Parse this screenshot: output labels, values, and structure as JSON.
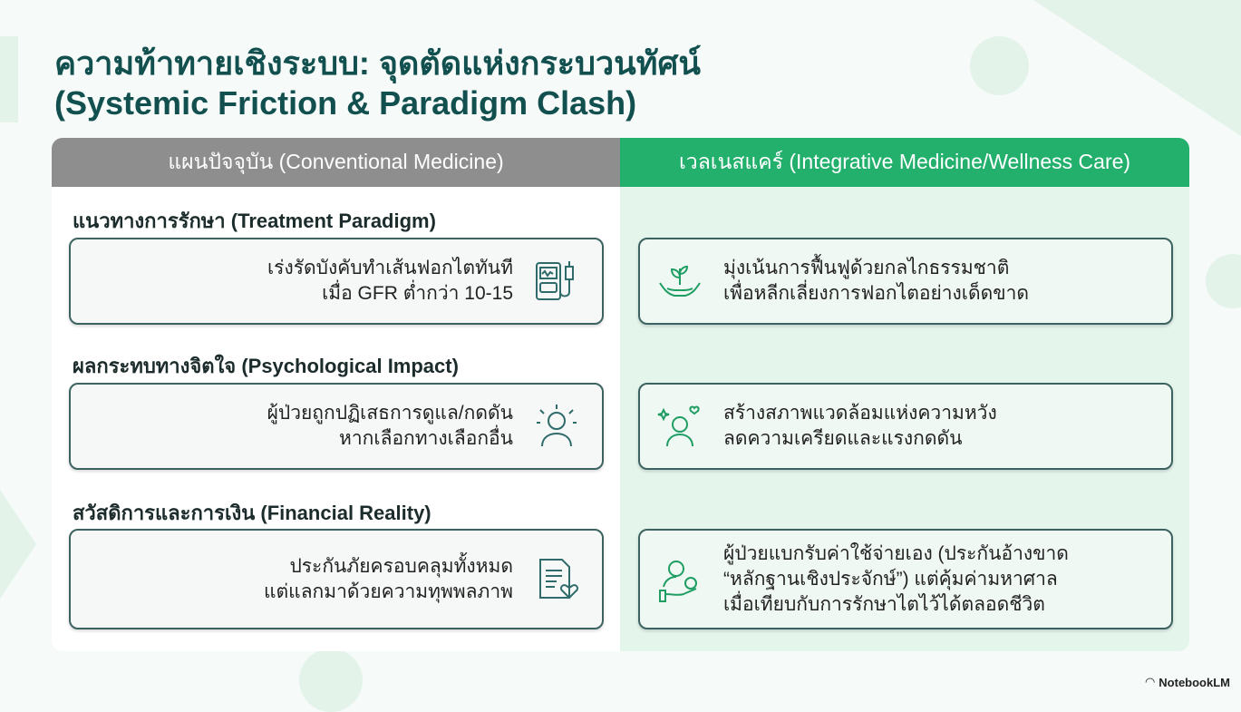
{
  "title": {
    "line1": "ความท้าทายเชิงระบบ: จุดตัดแห่งกระบวนทัศน์",
    "line2": "(Systemic Friction & Paradigm Clash)"
  },
  "columns": {
    "left": "แผนปัจจุบัน (Conventional Medicine)",
    "right": "เวลเนสแคร์ (Integrative Medicine/Wellness Care)"
  },
  "rows": [
    {
      "section": "แนวทางการรักษา (Treatment Paradigm)",
      "left": [
        "เร่งรัดบังคับทำเส้นฟอกไตทันที",
        "เมื่อ GFR ต่ำกว่า 10-15"
      ],
      "right": [
        "มุ่งเน้นการฟื้นฟูด้วยกลไกธรรมชาติ",
        "เพื่อหลีกเลี่ยงการฟอกไตอย่างเด็ดขาด"
      ],
      "left_icon": "dialysis-machine-icon",
      "right_icon": "plant-in-hands-icon"
    },
    {
      "section": "ผลกระทบทางจิตใจ (Psychological Impact)",
      "left": [
        "ผู้ป่วยถูกปฏิเสธการดูแล/กดดัน",
        "หากเลือกทางเลือกอื่น"
      ],
      "right": [
        "สร้างสภาพแวดล้อมแห่งความหวัง",
        "ลดความเครียดและแรงกดดัน"
      ],
      "left_icon": "stressed-person-icon",
      "right_icon": "happy-person-icon"
    },
    {
      "section": "สวัสดิการและการเงิน (Financial Reality)",
      "left": [
        "ประกันภัยครอบคลุมทั้งหมด",
        "แต่แลกมาด้วยความทุพพลภาพ"
      ],
      "right": [
        "ผู้ป่วยแบกรับค่าใช้จ่ายเอง (ประกันอ้างขาด",
        "“หลักฐานเชิงประจักษ์”) แต่คุ้มค่ามหาศาล",
        "เมื่อเทียบกับการรักษาไตไว้ได้ตลอดชีวิต"
      ],
      "left_icon": "broken-heart-document-icon",
      "right_icon": "person-money-hand-icon"
    }
  ],
  "brand": "NotebookLM",
  "colors": {
    "title": "#12504f",
    "left_header": "#8e8e8e",
    "right_header": "#22b06c",
    "right_bg": "#e4f5ec"
  }
}
